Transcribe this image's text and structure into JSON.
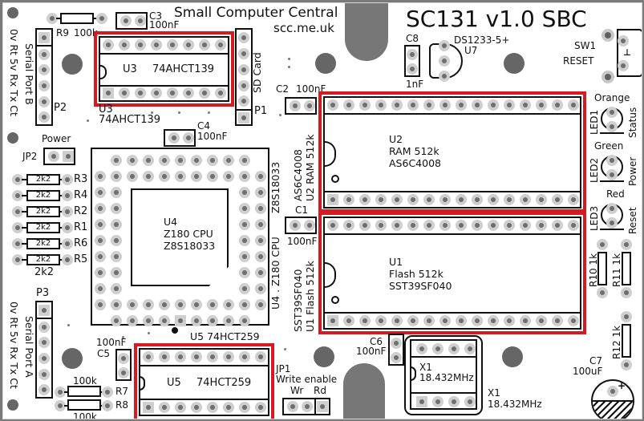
{
  "board": {
    "brand": "Small Computer Central",
    "website": "scc.me.uk",
    "title": "SC131 v1.0 SBC",
    "highlight_color": "#d71920",
    "silkscreen_color": "#111111"
  },
  "ports": {
    "p2": {
      "ref": "P2",
      "name": "Serial Port B",
      "pins": "0v Rt 5v Rx Tx Ct"
    },
    "p3": {
      "ref": "P3",
      "name": "Serial Port A",
      "pins": "0v Rt 5v Rx Tx Ct"
    },
    "p1": {
      "ref": "P1",
      "name": "SD Card"
    }
  },
  "chips": {
    "u3": {
      "ref": "U3",
      "part": "74AHCT139"
    },
    "u2": {
      "ref": "U2",
      "desc": "RAM 512k",
      "part": "AS6C4008",
      "side_label": "AS6C4008  U2  RAM 512k"
    },
    "u1": {
      "ref": "U1",
      "desc": "Flash 512k",
      "part": "SST39SF040",
      "side_label": "SST39SF040  U1  Flash 512k"
    },
    "u4": {
      "ref": "U4",
      "desc": "Z180 CPU",
      "part": "Z8S18033",
      "side_label": "U4 . Z180 CPU",
      "side_label2": "Z8S18033"
    },
    "u5": {
      "ref": "U5",
      "part": "74HCT259",
      "top_label": "U5  74HCT259"
    },
    "u7": {
      "ref": "U7",
      "part": "DS1233-5+"
    },
    "x1": {
      "ref": "X1",
      "freq": "18.432MHz"
    }
  },
  "capacitors": [
    {
      "ref": "C3",
      "value": "100nF"
    },
    {
      "ref": "C2",
      "value": "100nF"
    },
    {
      "ref": "C4",
      "value": "100nF"
    },
    {
      "ref": "C1",
      "value": "100nF"
    },
    {
      "ref": "C8",
      "value": "1nF"
    },
    {
      "ref": "C5",
      "value": "100nF"
    },
    {
      "ref": "C6",
      "value": "100nF"
    },
    {
      "ref": "C7",
      "value": "100uF"
    }
  ],
  "resistors": {
    "r9": {
      "ref": "R9",
      "value": "100k"
    },
    "network": [
      {
        "ref": "R3",
        "value": "2k2"
      },
      {
        "ref": "R4",
        "value": "2k2"
      },
      {
        "ref": "R2",
        "value": "2k2"
      },
      {
        "ref": "R1",
        "value": "2k2"
      },
      {
        "ref": "R6",
        "value": "2k2"
      },
      {
        "ref": "R5",
        "value": "2k2"
      }
    ],
    "network_value": "2k2",
    "r7": {
      "ref": "R7",
      "value": "100k"
    },
    "r8": {
      "ref": "R8",
      "value": "100k"
    },
    "r10": {
      "ref": "R10",
      "value": "1k"
    },
    "r11": {
      "ref": "R11",
      "value": "1k"
    },
    "r12": {
      "ref": "R12",
      "value": "1k"
    }
  },
  "leds": [
    {
      "ref": "LED1",
      "color": "Orange",
      "func": "Status"
    },
    {
      "ref": "LED2",
      "color": "Green",
      "func": "Power"
    },
    {
      "ref": "LED3",
      "color": "Red",
      "func": "Reset"
    }
  ],
  "switch": {
    "ref": "SW1",
    "name": "RESET"
  },
  "jumpers": {
    "jp2": {
      "ref": "JP2",
      "name": "Power"
    },
    "jp1": {
      "ref": "JP1",
      "name": "Write enable",
      "opt_a": "Wr",
      "opt_b": "Rd"
    }
  }
}
